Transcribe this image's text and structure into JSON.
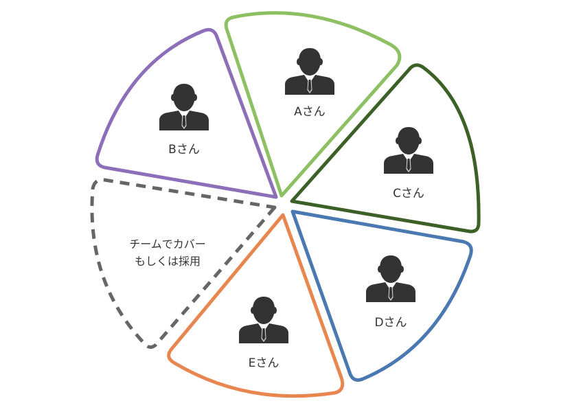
{
  "diagram": {
    "segments": [
      {
        "id": "a",
        "label": "Aさん",
        "color": "#8cc063",
        "icon": "businessman-icon"
      },
      {
        "id": "c",
        "label": "Cさん",
        "color": "#3c6127",
        "icon": "businessman-icon"
      },
      {
        "id": "d",
        "label": "Dさん",
        "color": "#4a78b0",
        "icon": "businessman-icon"
      },
      {
        "id": "e",
        "label": "Eさん",
        "color": "#e8864f",
        "icon": "businessman-icon"
      },
      {
        "id": "b",
        "label": "Bさん",
        "color": "#8d6fb9",
        "icon": "businessman-icon"
      }
    ],
    "gap": {
      "line1": "チームでカバー",
      "line2": "もしくは採用",
      "color": "#666666",
      "style": "dashed"
    },
    "icon_color": "#333333"
  }
}
